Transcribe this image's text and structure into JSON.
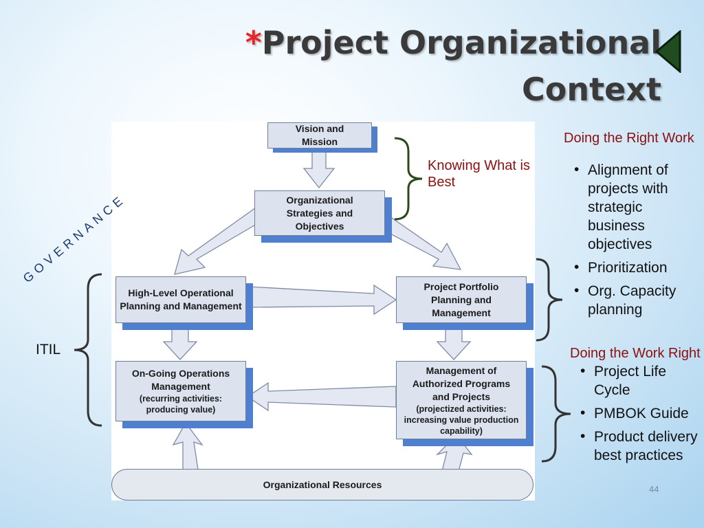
{
  "title": {
    "star": "*",
    "line1": "Project Organizational",
    "line2": "Context"
  },
  "diagram": {
    "vision": "Vision and Mission",
    "strategies": "Organizational Strategies and Objectives",
    "operational": "High-Level Operational Planning and Management",
    "portfolio": "Project Portfolio Planning and Management",
    "ongoing_title": "On-Going Operations Management",
    "ongoing_sub": "(recurring activities: producing value)",
    "authorized_title": "Management of Authorized Programs and Projects",
    "authorized_sub": "(projectized activities: increasing value production capability)",
    "resources": "Organizational Resources"
  },
  "annotations": {
    "knowing": "Knowing What is Best",
    "right_work": "Doing the Right Work",
    "work_right": "Doing the Work Right",
    "governance": "GOVERNANCE",
    "itil": "ITIL"
  },
  "bullets_top": [
    "Alignment of projects with strategic business objectives",
    "Prioritization",
    "Org. Capacity planning"
  ],
  "bullets_bottom": [
    "Project Life Cycle",
    "PMBOK Guide",
    "Product delivery best practices"
  ],
  "page_number": "44",
  "colors": {
    "accent": "#e8262a",
    "box_shadow": "#4f7fcf",
    "annotation": "#8b1010",
    "brace_green": "#2b4a1a"
  }
}
